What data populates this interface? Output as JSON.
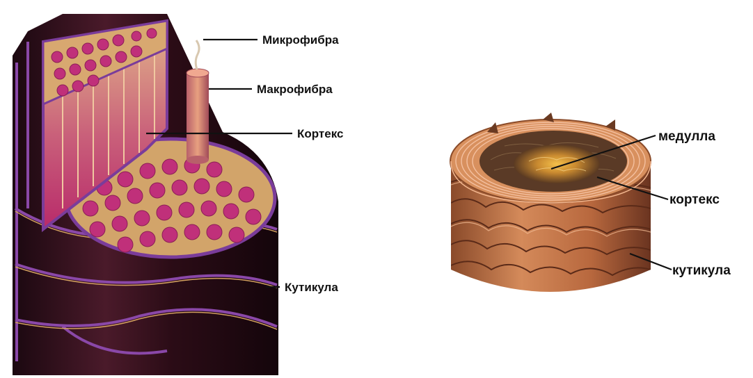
{
  "left_figure": {
    "labels": {
      "microfibril": "Микрофибра",
      "macrofibril": "Макрофибра",
      "cortex": "Кортекс",
      "cuticle": "Кутикула"
    }
  },
  "right_figure": {
    "labels": {
      "medulla": "медулла",
      "cortex": "кортекс",
      "cuticle": "кутикула"
    }
  },
  "colors": {
    "cuticle_dark": "#2e1018",
    "cuticle_purple": "#7a3c9a",
    "fiber_tan": "#d3a56e",
    "fiber_magenta": "#c0307a",
    "medulla_gold": "#e6a93a",
    "shaft_copper": "#c27a4a"
  }
}
